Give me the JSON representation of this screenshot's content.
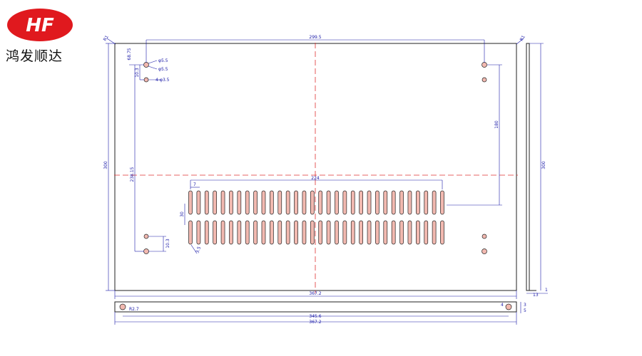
{
  "brand": {
    "logo_mark": "HF",
    "name": "鸿发顺达",
    "logo_color": "#e0191e"
  },
  "colors": {
    "outline": "#222222",
    "dimension": "#1a1aa8",
    "centerline": "#e03030",
    "hole_fill": "#f2b9b0",
    "slot_fill": "#f2b9b0"
  },
  "drawing": {
    "slots_per_row": 32,
    "slot_rows": 2,
    "holes": [
      "top-left-1",
      "top-left-2",
      "top-right-1",
      "top-right-2",
      "bottom-left-1",
      "bottom-left-2",
      "bottom-right-1",
      "bottom-right-2"
    ]
  },
  "dimensions": {
    "top_width": "299.5",
    "top_left_corner": "R1",
    "top_right_corner": "R1",
    "left_height": "300",
    "right_height": "300",
    "hole_offset_y": "68.75",
    "hole_dia_a": "φ5.5",
    "hole_dia_b": "φ5.5",
    "hole_spacing": "10.3",
    "small_hole": "4-φ3.5",
    "left_vertical": "238.15",
    "right_vertical": "180",
    "slot_pitch": "7",
    "slot_span": "224",
    "slot_height": "30",
    "slot_width": "3.5",
    "lower_hole_spacing": "10.3",
    "bottom_width": "367.2",
    "side_thickness": "13",
    "side_small": "1",
    "flange_radius": "R2.7",
    "flange_inner": "345.6",
    "flange_outer": "367.2",
    "flange_h1": "4",
    "flange_h2": "3",
    "flange_h3": "5"
  }
}
